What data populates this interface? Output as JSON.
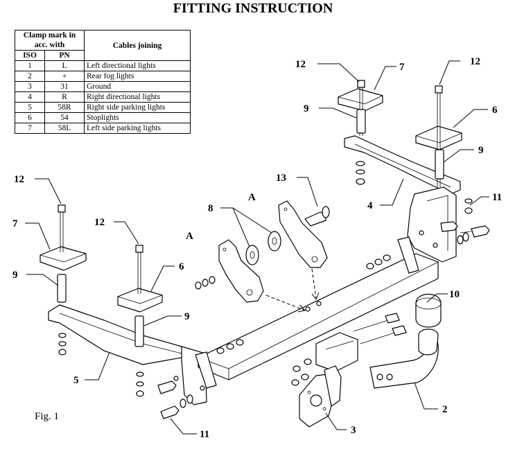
{
  "title": "FITTING INSTRUCTION",
  "table": {
    "header_clamp": "Clamp mark in acc. with",
    "header_cables": "Cables joining",
    "header_iso": "ISO",
    "header_pn": "PN",
    "rows": [
      {
        "iso": "1",
        "pn": "L",
        "desc": "Left directional lights"
      },
      {
        "iso": "2",
        "pn": "+",
        "desc": "Rear fog lights"
      },
      {
        "iso": "3",
        "pn": "31",
        "desc": "Ground"
      },
      {
        "iso": "4",
        "pn": "R",
        "desc": "Right directional lights"
      },
      {
        "iso": "5",
        "pn": "58R",
        "desc": "Right side parking lights"
      },
      {
        "iso": "6",
        "pn": "54",
        "desc": "Stoplights"
      },
      {
        "iso": "7",
        "pn": "58L",
        "desc": "Left side parking lights"
      }
    ]
  },
  "labels": {
    "p12a": "12",
    "p7a": "7",
    "p12b": "12",
    "p9a": "9",
    "p6a": "6",
    "p9b": "9",
    "p4": "4",
    "p11a": "11",
    "p13": "13",
    "pA1": "A",
    "p8": "8",
    "pA2": "A",
    "p12c": "12",
    "p7b": "7",
    "p12d": "12",
    "p6b": "6",
    "p9c": "9",
    "p9d": "9",
    "p10": "10",
    "p5": "5",
    "p2": "2",
    "p3": "3",
    "p11b": "11"
  },
  "figure_caption": "Fig. 1"
}
